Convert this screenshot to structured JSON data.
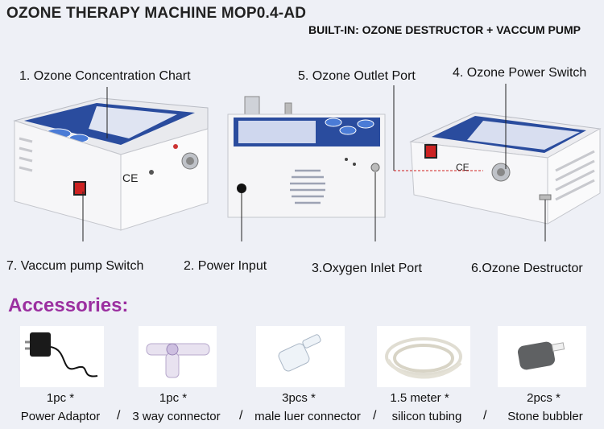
{
  "header": {
    "title": "OZONE THERAPY MACHINE MOP0.4-AD",
    "builtin": "BUILT-IN:  OZONE DESTRUCTOR + VACCUM PUMP"
  },
  "callouts": {
    "c1": "1. Ozone Concentration Chart",
    "c5": "5. Ozone Outlet Port",
    "c4": "4. Ozone Power Switch",
    "c7": "7. Vaccum pump Switch",
    "c2": "2. Power Input",
    "c3": "3.Oxygen Inlet Port",
    "c6": "6.Ozone  Destructor"
  },
  "accessories": {
    "title": "Accessories:",
    "items": [
      {
        "qty": "1pc *",
        "name": "Power Adaptor"
      },
      {
        "qty": "1pc *",
        "name": "3 way connector"
      },
      {
        "qty": "3pcs *",
        "name": "male luer connector"
      },
      {
        "qty": "1.5 meter *",
        "name": "silicon tubing"
      },
      {
        "qty": "2pcs *",
        "name": "Stone bubbler"
      }
    ],
    "separator": "/"
  },
  "colors": {
    "accent_purple": "#9b2fa0",
    "panel_blue": "#1f3f8f",
    "callout_red": "#d02020"
  }
}
